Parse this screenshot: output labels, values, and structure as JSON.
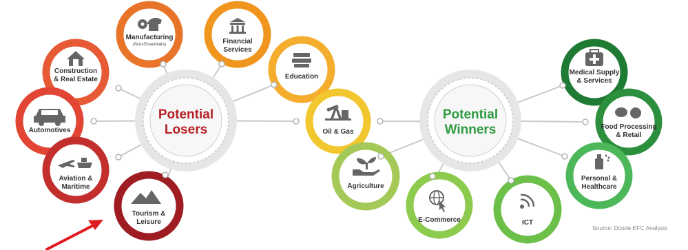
{
  "losers_hub": {
    "line1": "Potential",
    "line2": "Losers",
    "color": "#b52025"
  },
  "winners_hub": {
    "line1": "Potential",
    "line2": "Winners",
    "color": "#2e9a3e"
  },
  "losers": [
    {
      "id": "manufacturing",
      "line1": "Manufacturing",
      "sub": "(Non-Essentials)",
      "icon": "gears-shirt-icon",
      "ring": "#e8742a"
    },
    {
      "id": "financial",
      "line1": "Financial",
      "line2": "Services",
      "icon": "bank-building-icon",
      "ring": "#f0961e"
    },
    {
      "id": "education",
      "line1": "Education",
      "icon": "books-icon",
      "ring": "#f4ad2c"
    },
    {
      "id": "oil-gas",
      "line1": "Oil & Gas",
      "icon": "oil-pump-icon",
      "ring": "#f2c62e"
    },
    {
      "id": "construction",
      "line1": "Construction",
      "line2": "& Real Estate",
      "icon": "house-icon",
      "ring": "#e65a36"
    },
    {
      "id": "automotives",
      "line1": "Automotives",
      "icon": "car-icon",
      "ring": "#e24534"
    },
    {
      "id": "aviation",
      "line1": "Aviation &",
      "line2": "Maritime",
      "icon": "plane-ship-icon",
      "ring": "#c22f2c"
    },
    {
      "id": "tourism",
      "line1": "Tourism &",
      "line2": "Leisure",
      "icon": "mountains-icon",
      "ring": "#9e1c22"
    }
  ],
  "winners": [
    {
      "id": "medical",
      "line1": "Medical Supply",
      "line2": "& Services",
      "icon": "medical-kit-icon",
      "ring": "#1f7a33"
    },
    {
      "id": "food",
      "line1": "Food Processing",
      "line2": "& Retail",
      "icon": "produce-icon",
      "ring": "#2b8f3d"
    },
    {
      "id": "personal",
      "line1": "Personal &",
      "line2": "Healthcare",
      "icon": "spray-bottle-icon",
      "ring": "#4db85a"
    },
    {
      "id": "ict",
      "line1": "ICT",
      "icon": "wifi-signal-icon",
      "ring": "#6cc04a"
    },
    {
      "id": "ecommerce",
      "line1": "E-Commerce",
      "icon": "globe-cursor-icon",
      "ring": "#8ccb4e"
    },
    {
      "id": "agriculture",
      "line1": "Agriculture",
      "icon": "plant-hand-icon",
      "ring": "#a4c958"
    }
  ],
  "source": "Source: Dcode EFC Analysis",
  "arrow": {
    "color": "#e0191f",
    "points_to": "tourism"
  }
}
